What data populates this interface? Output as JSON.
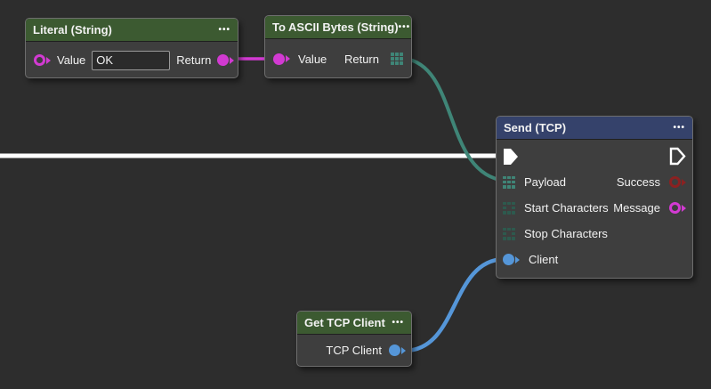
{
  "icons": {
    "menu_glyph": "•••"
  },
  "colors": {
    "background": "#2d2d2d",
    "node_body": "#3e3e3e",
    "node_border": "#6e6e6e",
    "header_green": "#3c5a31",
    "header_blue": "#35426b",
    "magenta": "#d23ad2",
    "teal": "#3f8577",
    "teal_dim": "#2d5a4e",
    "blue": "#5596d8",
    "dark_red": "#8b2121",
    "exec": "#ffffff",
    "text": "#f2f2f2",
    "input_bg": "#2b2b2b",
    "input_border": "#9a9a9a"
  },
  "nodes": {
    "literal": {
      "title": "Literal (String)",
      "value_label": "Value",
      "value_text": "OK",
      "return_label": "Return"
    },
    "to_ascii": {
      "title": "To ASCII Bytes (String)",
      "value_label": "Value",
      "return_label": "Return"
    },
    "send_tcp": {
      "title": "Send (TCP)",
      "payload_label": "Payload",
      "success_label": "Success",
      "start_label": "Start Characters",
      "message_label": "Message",
      "stop_label": "Stop Characters",
      "client_label": "Client"
    },
    "get_tcp": {
      "title": "Get TCP Client",
      "output_label": "TCP Client"
    }
  }
}
